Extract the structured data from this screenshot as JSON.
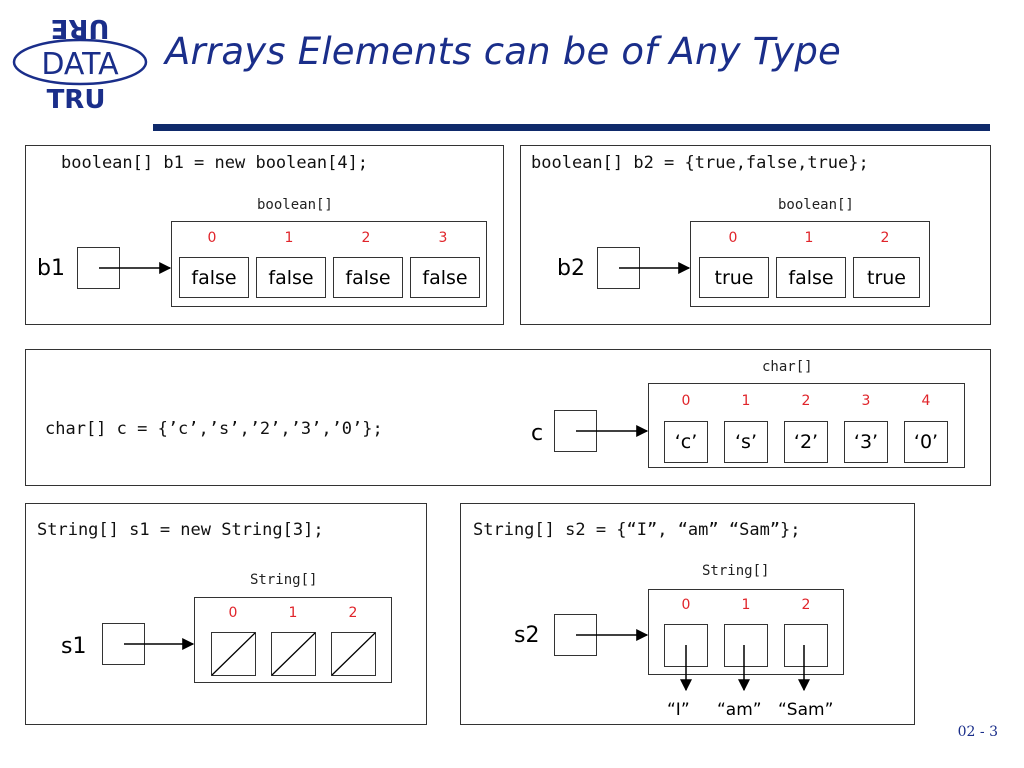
{
  "title": "Arrays Elements can be of Any Type",
  "logo": {
    "top": "URE",
    "middle": "DATA",
    "bottom": "TRU"
  },
  "page_number": "02 - 3",
  "panel_b1": {
    "code": "boolean[] b1 = new boolean[4];",
    "type_label": "boolean[]",
    "var_name": "b1",
    "indices": [
      "0",
      "1",
      "2",
      "3"
    ],
    "values": [
      "false",
      "false",
      "false",
      "false"
    ]
  },
  "panel_b2": {
    "code": "boolean[] b2 = {true,false,true};",
    "type_label": "boolean[]",
    "var_name": "b2",
    "indices": [
      "0",
      "1",
      "2"
    ],
    "values": [
      "true",
      "false",
      "true"
    ]
  },
  "panel_c": {
    "code": "char[] c = {’c’,’s’,’2’,’3’,’0’};",
    "type_label": "char[]",
    "var_name": "c",
    "indices": [
      "0",
      "1",
      "2",
      "3",
      "4"
    ],
    "values": [
      "‘c’",
      "‘s’",
      "‘2’",
      "‘3’",
      "‘0’"
    ]
  },
  "panel_s1": {
    "code": "String[] s1 = new String[3];",
    "type_label": "String[]",
    "var_name": "s1",
    "indices": [
      "0",
      "1",
      "2"
    ]
  },
  "panel_s2": {
    "code": "String[] s2 = {“I”, “am” “Sam”};",
    "type_label": "String[]",
    "var_name": "s2",
    "indices": [
      "0",
      "1",
      "2"
    ],
    "strings": [
      "“I”",
      "“am”",
      "“Sam”"
    ]
  },
  "colors": {
    "title": "#1a2e8a",
    "rule": "#0f2a6b",
    "index": "#e0242a"
  }
}
